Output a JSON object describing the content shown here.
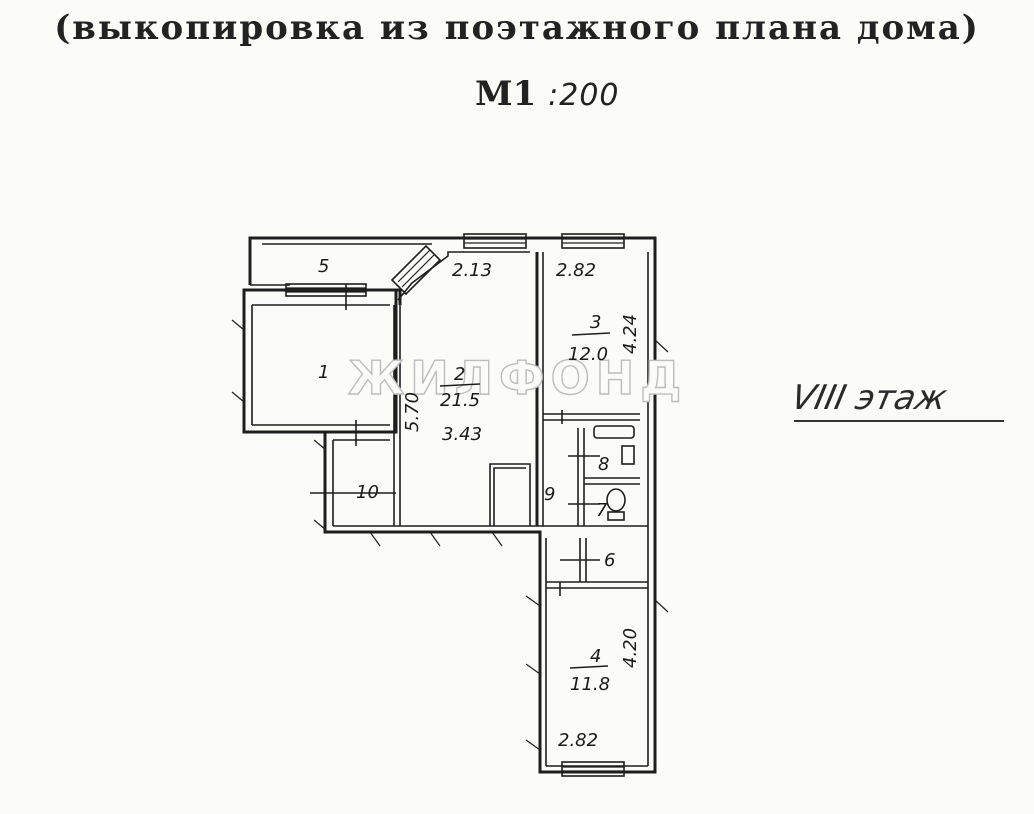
{
  "header": {
    "title": "(выкопировка из поэтажного плана дома)",
    "scale_prefix": "М1",
    "scale_value": ":200"
  },
  "floor_note": "VIII этаж",
  "watermark": "ЖИЛФОНД",
  "rooms": {
    "r5": "5",
    "r1": "1",
    "r2_num": "2",
    "r2_area": "21.5",
    "r2_dim_top": "2.13",
    "r2_height": "3.43",
    "r2_dim_side": "5.70",
    "r3_num": "3",
    "r3_area": "12.0",
    "r3_dim_top": "2.82",
    "r3_dim_side": "4.24",
    "r8": "8",
    "r7": "7",
    "r9": "9",
    "r10": "10",
    "r6": "6",
    "r4_num": "4",
    "r4_area": "11.8",
    "r4_dim_side": "4.20",
    "r4_dim_bottom": "2.82"
  }
}
